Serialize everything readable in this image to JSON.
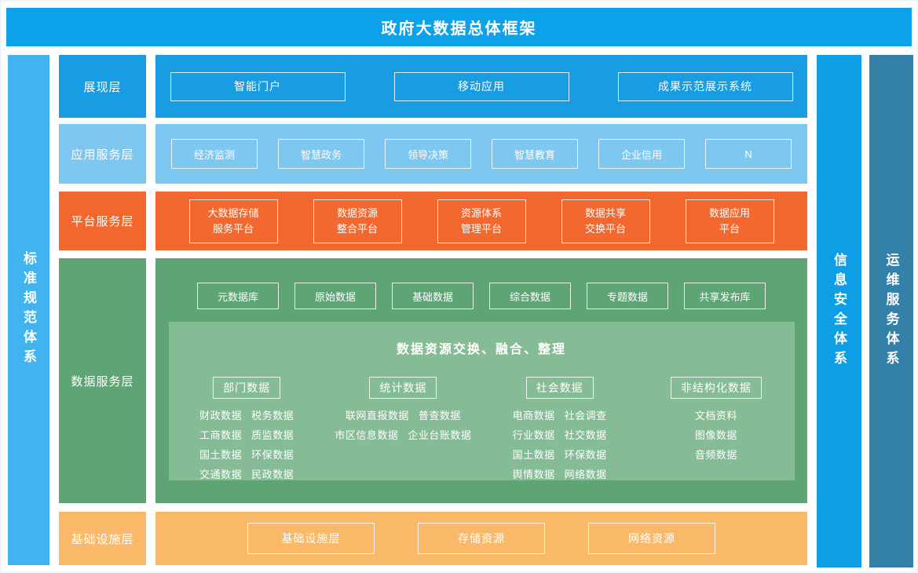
{
  "title": "政府大数据总体框架",
  "side_bars": {
    "standards": "标准规范体系",
    "security": "信息安全体系",
    "operations": "运维服务体系"
  },
  "layers": {
    "presentation": {
      "label": "展现层",
      "boxes": [
        "智能门户",
        "移动应用",
        "成果示范展示系统"
      ]
    },
    "application": {
      "label": "应用服务层",
      "boxes": [
        "经济监测",
        "智慧政务",
        "领导决策",
        "智慧教育",
        "企业信用",
        "N"
      ]
    },
    "platform": {
      "label": "平台服务层",
      "boxes": [
        {
          "top": "大数据存储",
          "bottom": "服务平台"
        },
        {
          "top": "数据资源",
          "bottom": "整合平台"
        },
        {
          "top": "资源体系",
          "bottom": "管理平台"
        },
        {
          "top": "数据共享",
          "bottom": "交换平台"
        },
        {
          "top": "数据应用",
          "bottom": "平台"
        }
      ]
    },
    "data": {
      "label": "数据服务层",
      "databases": [
        "元数据库",
        "原始数据",
        "基础数据",
        "综合数据",
        "专题数据",
        "共享发布库"
      ],
      "exchange_title": "数据资源交换、融合、整理",
      "groups": [
        {
          "header": "部门数据",
          "lines": [
            "财政数据 税务数据",
            "工商数据 质监数据",
            "国土数据 环保数据",
            "交通数据 民政数据"
          ]
        },
        {
          "header": "统计数据",
          "lines": [
            "联网直报数据 普查数据",
            "市区信息数据 企业台账数据"
          ]
        },
        {
          "header": "社会数据",
          "lines": [
            "电商数据 社会调查",
            "行业数据 社交数据",
            "国土数据 环保数据",
            "舆情数据 网络数据"
          ]
        },
        {
          "header": "非结构化数据",
          "lines": [
            "文档资料",
            "图像数据",
            "音频数据"
          ]
        }
      ]
    },
    "infrastructure": {
      "label": "基础设施层",
      "boxes": [
        "基础设施层",
        "存储资源",
        "网络资源"
      ]
    }
  },
  "colors": {
    "banner": "#0ba2e9",
    "presentation": "#189ce2",
    "application": "#7dc7f1",
    "platform": "#f2682f",
    "data": "#5fa475",
    "data_inner_panel": "#85bb95",
    "infrastructure": "#f9b969",
    "standards_bar": "#41b4f0",
    "security_bar": "#0d9ee6",
    "operations_bar": "#3381a9",
    "text": "#ffffff"
  }
}
